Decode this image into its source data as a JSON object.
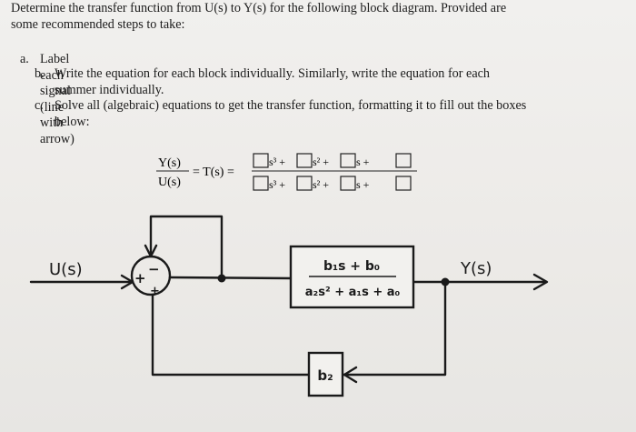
{
  "problem": {
    "intro_line1": "Determine the transfer function from U(s) to Y(s) for the following block diagram. Provided are",
    "intro_line2": "some recommended steps to take:",
    "steps": [
      {
        "marker": "a.",
        "lines": [
          "Label each signal (line with arrow)"
        ]
      },
      {
        "marker": "b.",
        "lines": [
          "Write the equation for each block individually. Similarly, write the equation for each",
          "summer individually."
        ]
      },
      {
        "marker": "c.",
        "lines": [
          "Solve all (algebraic) equations to get the transfer function, formatting it to fill out the boxes",
          "below:"
        ]
      }
    ]
  },
  "formula": {
    "lhs_numerator": "Y(s)",
    "lhs_denominator": "U(s)",
    "equals_T": "= T(s) =",
    "terms": [
      "s³ +",
      "s² +",
      "s +"
    ]
  },
  "diagram": {
    "input_label": "U(s)",
    "output_label": "Y(s)",
    "summer_signs": [
      "+",
      "−",
      "+"
    ],
    "block1_numerator": "b₁s + b₀",
    "block1_denominator": "a₂s² + a₁s + a₀",
    "block2_label": "b₂"
  }
}
